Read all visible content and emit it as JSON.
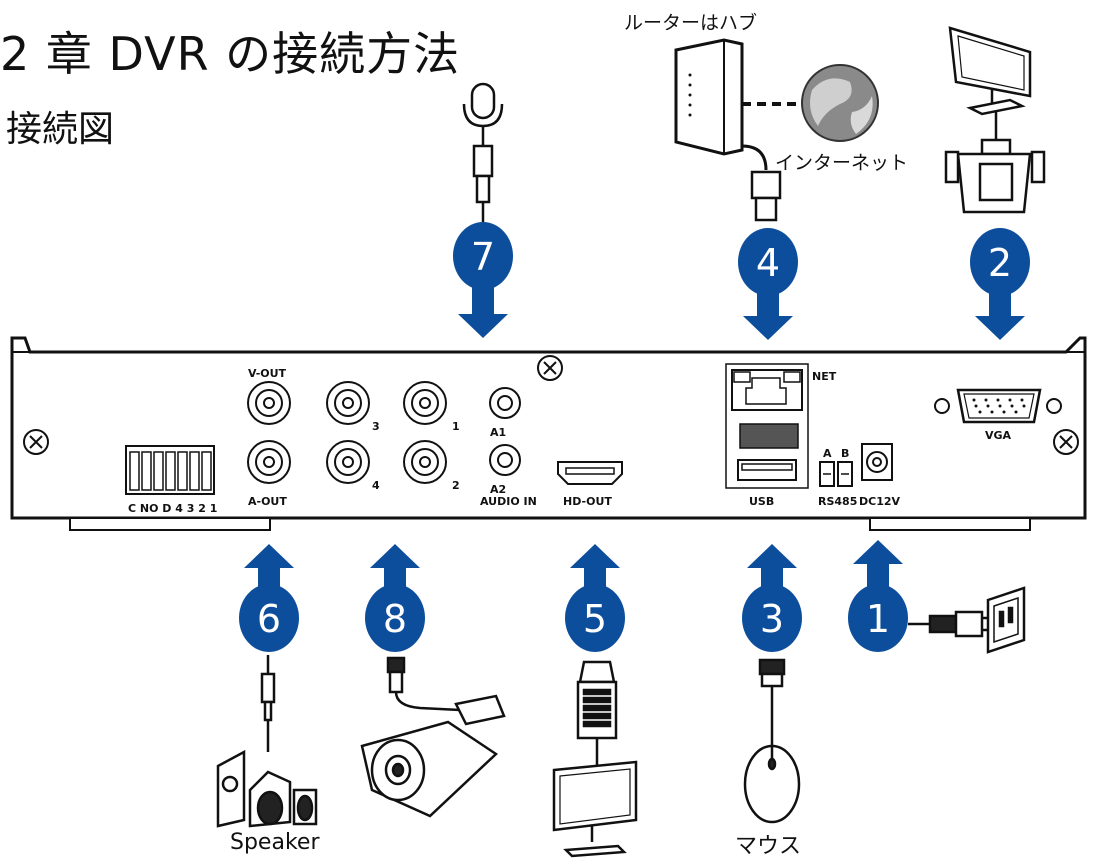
{
  "title": "2 章 DVR の接続方法",
  "subtitle": "接続図",
  "colors": {
    "badge": "#0d4e9c",
    "panel_stroke": "#111111"
  },
  "captions": {
    "router": "ルーターはハブ",
    "internet": "インターネット",
    "speaker": "Speaker",
    "mouse": "マウス"
  },
  "panel_labels": {
    "v_out": "V-OUT",
    "a_out": "A-OUT",
    "ch3": "3",
    "ch1": "1",
    "ch4": "4",
    "ch2": "2",
    "a1": "A1",
    "a2": "A2",
    "audio_in": "AUDIO IN",
    "hd_out": "HD-OUT",
    "net": "NET",
    "usb": "USB",
    "rs485_a": "A",
    "rs485_b": "B",
    "rs485": "RS485",
    "dc12v": "DC12V",
    "vga": "VGA",
    "terminal": "C NO  D 4 3 2 1"
  },
  "badges": {
    "mic": "7",
    "net": "4",
    "vga": "2",
    "speaker": "6",
    "camera": "8",
    "hdmi": "5",
    "usb": "3",
    "power": "1"
  },
  "icons": [
    "microphone-icon",
    "router-icon",
    "globe-icon",
    "monitor-icon",
    "speaker-icon",
    "camera-icon",
    "hdmi-plug-icon",
    "mouse-icon",
    "power-outlet-icon"
  ]
}
